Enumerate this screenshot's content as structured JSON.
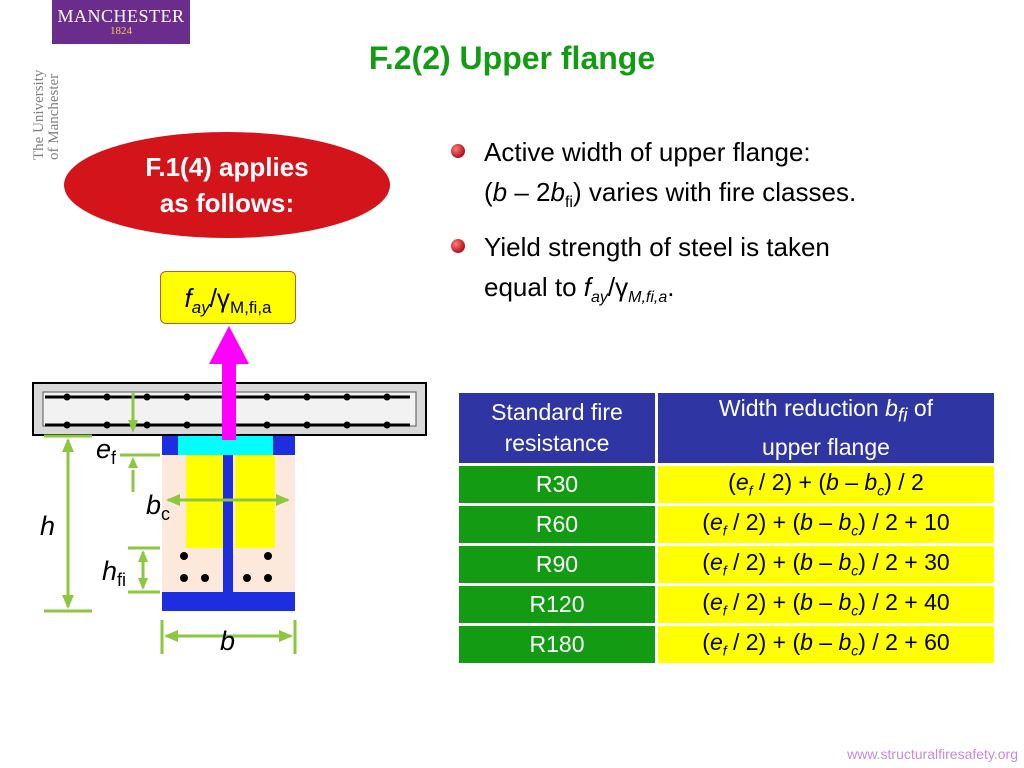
{
  "logo": {
    "word": "MANCHESTER",
    "year": "1824"
  },
  "university": {
    "line1": "The University",
    "line2": "of Manchester"
  },
  "title": "F.2(2) Upper flange",
  "callout": {
    "line1": "F.1(4) applies",
    "line2": "as follows:"
  },
  "diagram": {
    "force_label": {
      "f": "f",
      "sub1": "ay",
      "gamma": "/γ",
      "sub2": "M,fi,a"
    },
    "labels": {
      "ef_main": "e",
      "ef_sub": "f",
      "bc_main": "b",
      "bc_sub": "c",
      "h": "h",
      "hfi_main": "h",
      "hfi_sub": "fi",
      "b": "b"
    },
    "colors": {
      "flange": "#1d2de0",
      "web": "#1d2de0",
      "haunch": "#00ffff",
      "fill": "#ffff00",
      "concrete": "#fde9dc",
      "arrow": "#ff00ff",
      "dimension": "#8dc63f"
    }
  },
  "bullets": [
    {
      "parts": [
        {
          "t": "Active width of upper flange:",
          "s": "n"
        },
        {
          "t": "br"
        },
        {
          "t": "(",
          "s": "n"
        },
        {
          "t": "b",
          "s": "i"
        },
        {
          "t": " – 2",
          "s": "n"
        },
        {
          "t": "b",
          "s": "i"
        },
        {
          "t": "fi",
          "s": "sub"
        },
        {
          "t": ") varies with fire classes.",
          "s": "n"
        }
      ]
    },
    {
      "parts": [
        {
          "t": "Yield strength of steel is taken",
          "s": "n"
        },
        {
          "t": "br"
        },
        {
          "t": "equal to ",
          "s": "n"
        },
        {
          "t": "f",
          "s": "i"
        },
        {
          "t": "ay",
          "s": "isub"
        },
        {
          "t": "/γ",
          "s": "n"
        },
        {
          "t": "M,fi,a",
          "s": "isub"
        },
        {
          "t": ".",
          "s": "n"
        }
      ]
    }
  ],
  "table": {
    "headers": {
      "c1_line1": "Standard fire",
      "c1_line2": "resistance",
      "c2_pre": "Width reduction ",
      "c2_b": "b",
      "c2_fi": "fi",
      "c2_post": " of",
      "c2_line2": "upper flange"
    },
    "rows": [
      {
        "rating": "R30",
        "tail": ""
      },
      {
        "rating": "R60",
        "tail": " + 10"
      },
      {
        "rating": "R90",
        "tail": " + 30"
      },
      {
        "rating": "R120",
        "tail": " + 40"
      },
      {
        "rating": "R180",
        "tail": " + 60"
      }
    ],
    "formula": {
      "p1": "(",
      "e": "e",
      "f": "f",
      "p2": " / 2) + (",
      "b": "b",
      "p3": " – ",
      "b2": "b",
      "c": "c",
      "p4": ") / 2"
    }
  },
  "footer": {
    "site": "www.structuralfiresafety.org"
  }
}
